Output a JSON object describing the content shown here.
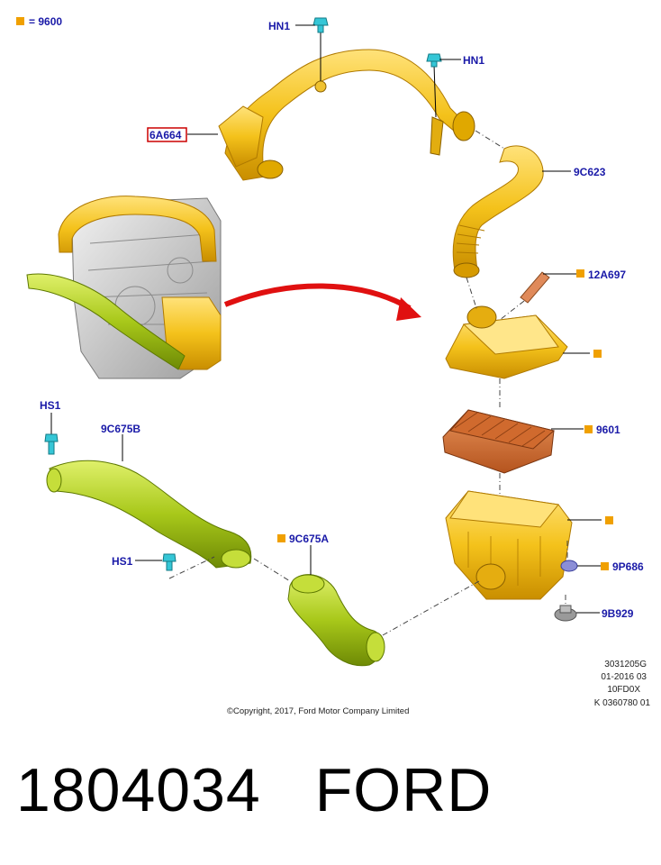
{
  "legend": {
    "symbol_color": "#f0a000",
    "text": "= 9600"
  },
  "labels": {
    "hn1_top": "HN1",
    "hn1_right": "HN1",
    "p6a664": "6A664",
    "p9c623": "9C623",
    "p12a697": "12A697",
    "p9601": "9601",
    "p9p686": "9P686",
    "p9b929": "9B929",
    "hs1_top": "HS1",
    "hs1_bottom": "HS1",
    "p9c675b": "9C675B",
    "p9c675a": "9C675A"
  },
  "drawing_code": [
    "3031205G",
    "01-2016 03",
    "10FD0X",
    "K 0360780 01"
  ],
  "copyright": "©Copyright, 2017, Ford Motor Company Limited",
  "footer": {
    "part_number": "1804034",
    "brand": "FORD"
  },
  "colors": {
    "label_text": "#1a1aa8",
    "marker": "#f0a000",
    "highlight_box": "#cc0000",
    "yellow_part": "#f4c21b",
    "green_part": "#a8c81a",
    "arrow": "#e01010"
  }
}
